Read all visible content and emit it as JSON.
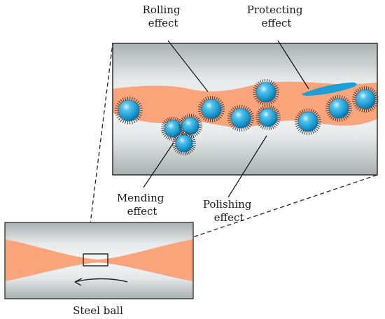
{
  "labels": {
    "rolling": [
      "Rolling",
      "effect"
    ],
    "protecting": [
      "Protecting",
      "effect"
    ],
    "mending": [
      "Mending",
      "effect"
    ],
    "polishing": [
      "Polishing",
      "effect"
    ],
    "steel_ball": "Steel ball"
  },
  "colors": {
    "lubricant": "#f9a47a",
    "nanoparticle": "#1aa6d9",
    "protective_film": "#1a9fd6",
    "steel_light": "#f2f4f4",
    "steel_dark": "#a9b2b0",
    "frame": "#3a3a3a"
  },
  "icons": {
    "nanoparticle": "hairy-sphere",
    "rotation": "curved-arrow-left"
  }
}
